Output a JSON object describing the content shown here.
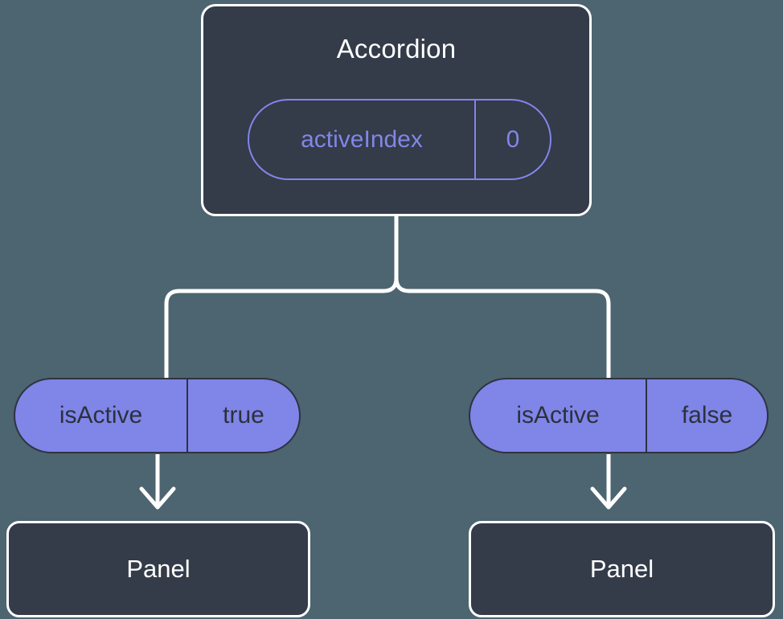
{
  "diagram": {
    "title_hidden": "",
    "root": {
      "label": "Accordion",
      "state": {
        "key": "activeIndex",
        "value": "0"
      }
    },
    "branches": [
      {
        "prop": {
          "key": "isActive",
          "value": "true"
        },
        "child": {
          "label": "Panel"
        }
      },
      {
        "prop": {
          "key": "isActive",
          "value": "false"
        },
        "child": {
          "label": "Panel"
        }
      }
    ],
    "colors": {
      "background": "#4c6570",
      "node_fill": "#343b49",
      "node_border": "#ffffff",
      "state_accent": "#8186e8",
      "prop_fill": "#8085e8",
      "prop_border": "#2d3340",
      "prop_text": "#2b313d",
      "connector": "#ffffff",
      "node_text": "#ffffff"
    }
  }
}
